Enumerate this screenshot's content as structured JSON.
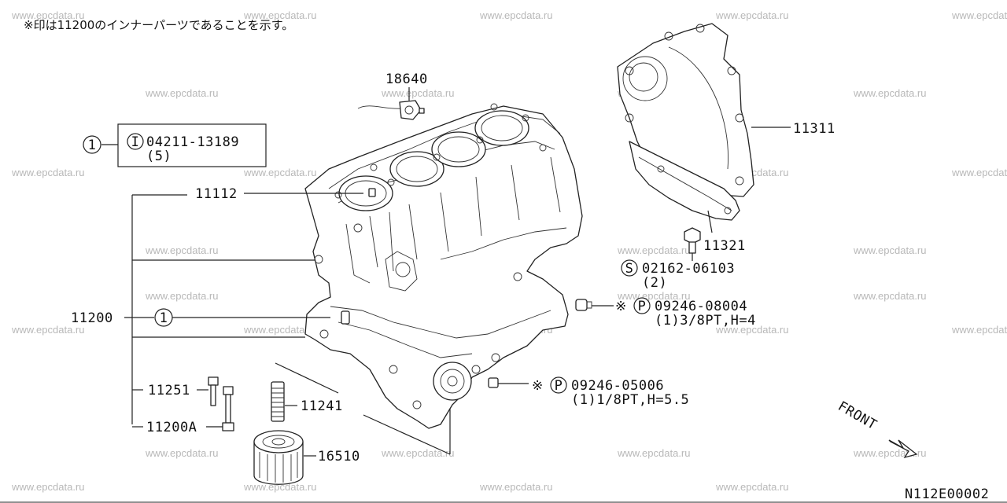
{
  "note": "※印は11200のインナーパーツであることを示す。",
  "diagram_code": "N112E00002",
  "watermark": "www.epcdata.ru",
  "callout_1": {
    "circle": "1",
    "prefix": "I",
    "part": "04211-13189",
    "qty": "(5)"
  },
  "labels": {
    "p18640": "18640",
    "p11112": "11112",
    "p11200": "11200",
    "c1": "1",
    "p11251": "11251",
    "p11200a": "11200A",
    "p11241": "11241",
    "p16510": "16510",
    "p11311": "11311",
    "p11321": "11321",
    "s_prefix": "S",
    "s_part": "02162-06103",
    "s_qty": "(2)",
    "star1": "※",
    "p1_prefix": "P",
    "p1_part": "09246-08004",
    "p1_spec": "(1)3/8PT,H=4",
    "star2": "※",
    "p2_prefix": "P",
    "p2_part": "09246-05006",
    "p2_spec": "(1)1/8PT,H=5.5",
    "front": "FRONT"
  }
}
